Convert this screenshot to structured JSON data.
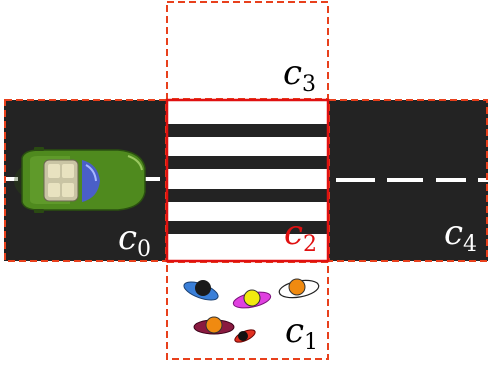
{
  "cells": {
    "c0": {
      "letter": "c",
      "sub": "0",
      "color": "#000000"
    },
    "c1": {
      "letter": "c",
      "sub": "1",
      "color": "#000000"
    },
    "c2": {
      "letter": "c",
      "sub": "2",
      "color": "#e01010"
    },
    "c3": {
      "letter": "c",
      "sub": "3",
      "color": "#000000"
    },
    "c4": {
      "letter": "c",
      "sub": "4",
      "color": "#000000"
    }
  },
  "colors": {
    "road": "#232323",
    "stripe": "#ffffff",
    "region_border": "#e8401c",
    "car_body": "#4f8a1e"
  },
  "pedestrians": [
    {
      "body": "#3a7fd8",
      "head": "#1a1a1a"
    },
    {
      "body": "#e040e0",
      "head": "#f2ea10"
    },
    {
      "body": "#ffffff",
      "head": "#f08a10"
    },
    {
      "body": "#8a1a40",
      "head": "#f08a10"
    },
    {
      "body": "#e03020",
      "head": "#111111"
    }
  ]
}
